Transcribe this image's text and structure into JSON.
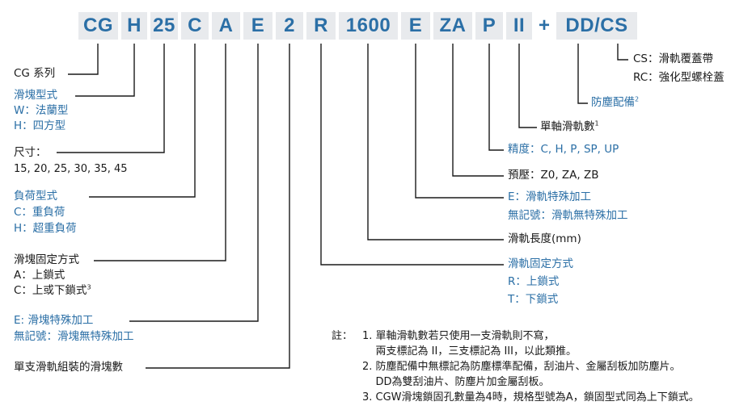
{
  "code": [
    {
      "text": "CG"
    },
    {
      "text": "H"
    },
    {
      "text": "25"
    },
    {
      "text": "C"
    },
    {
      "text": "A"
    },
    {
      "text": "E"
    },
    {
      "text": "2"
    },
    {
      "text": "R"
    },
    {
      "text": "1600"
    },
    {
      "text": "E"
    },
    {
      "text": "ZA"
    },
    {
      "text": "P"
    },
    {
      "text": "II"
    },
    {
      "text": "+"
    },
    {
      "text": "DD/CS"
    }
  ],
  "left": {
    "series": "CG 系列",
    "block_type": {
      "title": "滑塊型式",
      "w": "W：法蘭型",
      "h": "H：四方型"
    },
    "size": {
      "title": "尺寸：",
      "values": "15, 20, 25, 30, 35, 45"
    },
    "load_type": {
      "title": "負荷型式",
      "c": "C：重負荷",
      "h": "H：超重負荷"
    },
    "block_mount": {
      "title": "滑塊固定方式",
      "a": "A：上鎖式",
      "c": "C：上或下鎖式",
      "c_sup": "3"
    },
    "block_special": {
      "e": "E: 滑塊特殊加工",
      "none": "無記號：滑塊無特殊加工"
    },
    "block_count": "單支滑軌組裝的滑塊數"
  },
  "right": {
    "cs": "CS：滑軌覆蓋帶",
    "rc": "RC：強化型螺栓蓋",
    "dust": "防塵配備",
    "dust_sup": "2",
    "rail_count": "單軸滑軌數",
    "rail_count_sup": "1",
    "precision": "精度：C, H, P, SP, UP",
    "preload": "預壓：Z0, ZA, ZB",
    "rail_special": {
      "e": "E：滑軌特殊加工",
      "none": "無記號：滑軌無特殊加工"
    },
    "rail_length": "滑軌長度(mm)",
    "rail_mount": {
      "title": "滑軌固定方式",
      "r": "R：上鎖式",
      "t": "T：下鎖式"
    }
  },
  "notes": {
    "head": "註：",
    "lines": [
      "1. 單軸滑軌數若只使用一支滑軌則不寫，",
      "    兩支標記為 II，三支標記為 III，以此類推。",
      "2. 防塵配備中無標記為防塵標準配備，刮油片、金屬刮板加防塵片。",
      "    DD為雙刮油片、防塵片加金屬刮板。",
      "3. CGW滑塊鎖固孔數量為4時，規格型號為A，鎖固型式同為上下鎖式。"
    ]
  },
  "colors": {
    "accent": "#2b6fa6",
    "box": "#e8eaed",
    "line": "#1a1a1a"
  }
}
